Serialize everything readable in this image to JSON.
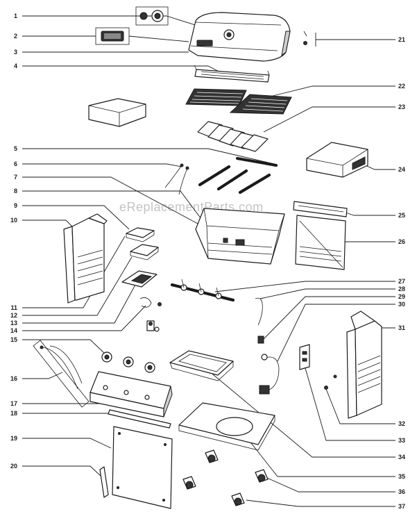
{
  "watermark": "eReplacementParts.com",
  "callouts_left": [
    "1",
    "2",
    "3",
    "4",
    "5",
    "6",
    "7",
    "8",
    "9",
    "10",
    "11",
    "12",
    "13",
    "14",
    "15",
    "16",
    "17",
    "18",
    "19",
    "20"
  ],
  "callouts_right": [
    "21",
    "22",
    "23",
    "24",
    "25",
    "26",
    "27",
    "28",
    "29",
    "30",
    "31",
    "32",
    "33",
    "34",
    "35",
    "36",
    "37"
  ]
}
